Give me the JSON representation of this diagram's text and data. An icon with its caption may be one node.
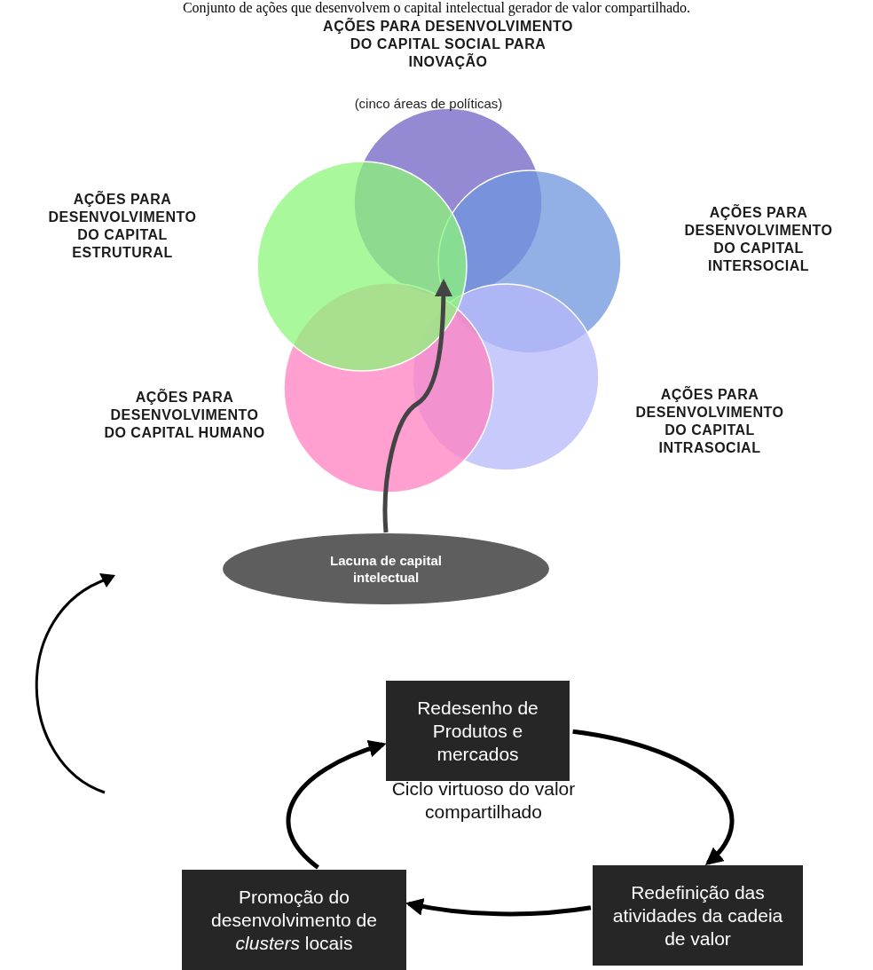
{
  "diagram": {
    "title": "Conjunto de ações que desenvolvem o capital intelectual gerador de valor compartilhado.",
    "nodes": [
      {
        "text": [
          "Lacuna de capital intelectual"
        ]
      },
      {
        "text": [
          "Redesenho de Produtos e mercados"
        ]
      },
      {
        "text": [
          "Redefinição das atividades da cadeia de valor"
        ]
      },
      {
        "text": [
          "Promoção do desenvolvimento de *clusters* locais"
        ]
      }
    ],
    "edges": [
      {
        "from": 0,
        "to": null,
        "arrow": "to"
      },
      {
        "from": 1,
        "to": 2,
        "arrow": "to"
      },
      {
        "from": 2,
        "to": 3,
        "arrow": "to"
      },
      {
        "from": 3,
        "to": 1,
        "arrow": "to"
      }
    ],
    "labels": [
      "AÇÕES PARA DESENVOLVIMENTO DO CAPITAL SOCIAL PARA INOVAÇÃO",
      "(cinco áreas de políticas)",
      "AÇÕES PARA DESENVOLVIMENTO DO CAPITAL ESTRUTURAL",
      "AÇÕES PARA DESENVOLVIMENTO DO CAPITAL INTERSOCIAL",
      "AÇÕES PARA DESENVOLVIMENTO DO CAPITAL HUMANO",
      "AÇÕES PARA DESENVOLVIMENTO DO CAPITAL INTRASOCIAL",
      "Ciclo virtuoso do valor compartilhado"
    ]
  }
}
